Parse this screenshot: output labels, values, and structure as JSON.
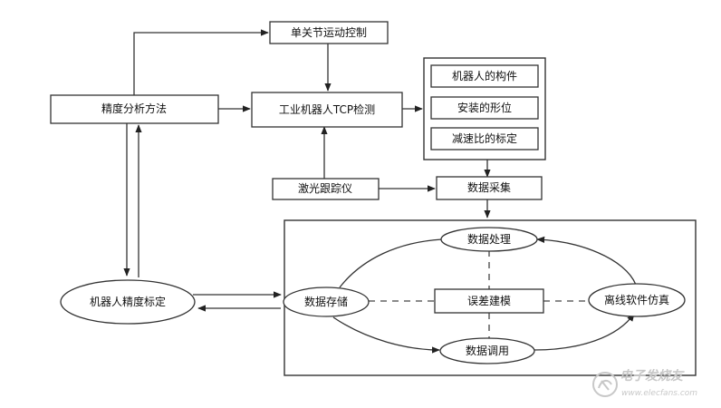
{
  "nodes": {
    "single_joint": "单关节运动控制",
    "precision_method": "精度分析方法",
    "tcp_detect": "工业机器人TCP检测",
    "robot_parts": "机器人的构件",
    "install_pos": "安装的形位",
    "reducer_calib": "减速比的标定",
    "laser_tracker": "激光跟踪仪",
    "data_collect": "数据采集",
    "data_process": "数据处理",
    "data_store": "数据存储",
    "error_model": "误差建模",
    "offline_sim": "离线软件仿真",
    "data_call": "数据调用",
    "robot_calib": "机器人精度标定"
  },
  "watermark": {
    "text": "电子发烧友",
    "url": "www.elecfans.com"
  },
  "colors": {
    "line": "#333333",
    "watermark": "#c8c8c8"
  }
}
